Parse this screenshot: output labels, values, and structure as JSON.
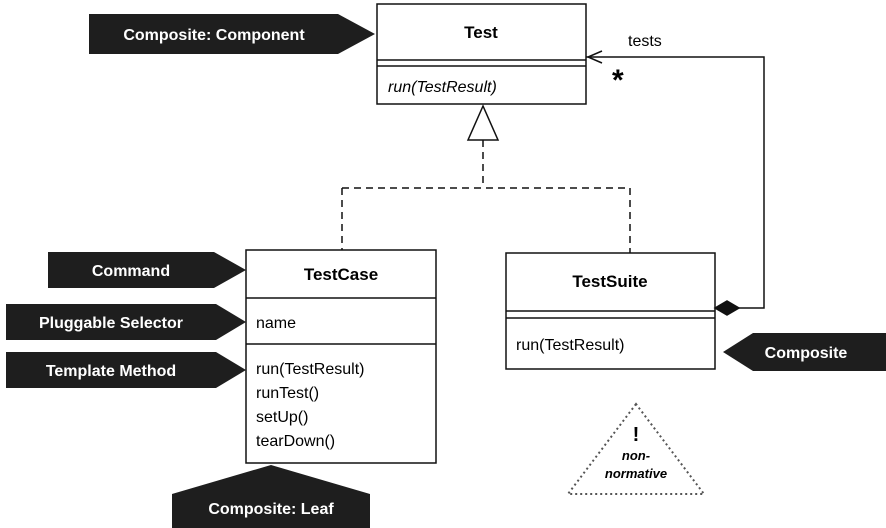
{
  "classes": {
    "test": {
      "name": "Test",
      "operations": [
        "run(TestResult)"
      ]
    },
    "testcase": {
      "name": "TestCase",
      "attributes": [
        "name"
      ],
      "operations": [
        "run(TestResult)",
        "runTest()",
        "setUp()",
        "tearDown()"
      ]
    },
    "testsuite": {
      "name": "TestSuite",
      "attributes": [],
      "operations": [
        "run(TestResult)"
      ]
    }
  },
  "association": {
    "role": "tests",
    "multiplicity": "*"
  },
  "pattern_tags": {
    "composite_component": "Composite: Component",
    "command": "Command",
    "pluggable_selector": "Pluggable Selector",
    "template_method": "Template Method",
    "composite_leaf": "Composite: Leaf",
    "composite": "Composite"
  },
  "note": {
    "mark": "!",
    "line1": "non-",
    "line2": "normative"
  },
  "colors": {
    "tag_fill": "#1e1e1e",
    "tag_text": "#ffffff",
    "line": "#111111"
  }
}
